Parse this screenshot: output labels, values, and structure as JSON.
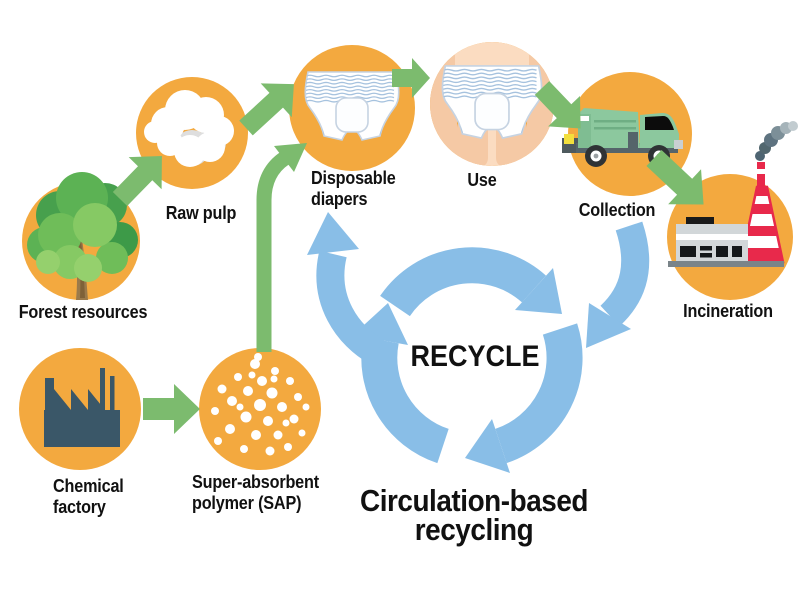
{
  "diagram": {
    "center_label": "RECYCLE",
    "caption": "Circulation-based recycling",
    "nodes": [
      {
        "label": "Forest resources",
        "icon": "tree-icon"
      },
      {
        "label": "Raw pulp",
        "icon": "pulp-icon"
      },
      {
        "label": "Disposable diapers",
        "icon": "diaper-icon"
      },
      {
        "label": "Use",
        "icon": "baby-wearing-diaper-icon"
      },
      {
        "label": "Collection",
        "icon": "garbage-truck-icon"
      },
      {
        "label": "Incineration",
        "icon": "incineration-plant-icon"
      },
      {
        "label": "Chemical factory",
        "icon": "factory-icon"
      },
      {
        "label": "Super-absorbent polymer (SAP)",
        "icon": "sap-granules-icon"
      }
    ],
    "flows": [
      "Forest resources → Raw pulp",
      "Raw pulp → Disposable diapers",
      "Chemical factory → Super-absorbent polymer (SAP)",
      "Super-absorbent polymer (SAP) → Disposable diapers",
      "Disposable diapers → Use",
      "Use → Collection",
      "Collection → Incineration",
      "Incineration → recycle cycle",
      "Recycle cycle → Disposable diapers"
    ],
    "colors": {
      "orange": "#F3A93F",
      "green": "#7CBB6E",
      "blue": "#89BEE7",
      "ink": "#111111",
      "factory": "#3A5768",
      "truck": "#8CC89E",
      "tower-red": "#E8294B"
    }
  }
}
